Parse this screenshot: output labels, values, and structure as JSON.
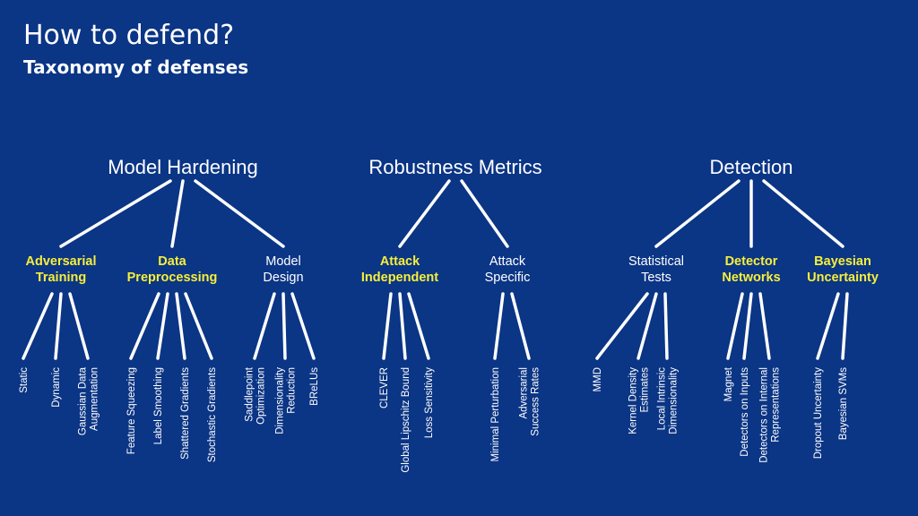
{
  "slide": {
    "title": "How to defend?",
    "subtitle": "Taxonomy of defenses"
  },
  "colors": {
    "background": "#0b3585",
    "text": "#ffffff",
    "highlight": "#f7ef3a"
  },
  "taxonomy": [
    {
      "label": "Model Hardening",
      "categories": [
        {
          "lines": [
            "Adversarial",
            "Training"
          ],
          "highlight": true,
          "leaves": [
            [
              "Static"
            ],
            [
              "Dynamic"
            ],
            [
              "Gaussian Data",
              "Augmentation"
            ]
          ]
        },
        {
          "lines": [
            "Data",
            "Preprocessing"
          ],
          "highlight": true,
          "leaves": [
            [
              "Feature Squeezing"
            ],
            [
              "Label Smoothing"
            ],
            [
              "Shattered Gradients"
            ],
            [
              "Stochastic Gradients"
            ]
          ]
        },
        {
          "lines": [
            "Model",
            "Design"
          ],
          "highlight": false,
          "leaves": [
            [
              "Saddlepoint",
              "Optimization"
            ],
            [
              "Dimensionality",
              "Reduction"
            ],
            [
              "BReLUs"
            ]
          ]
        }
      ]
    },
    {
      "label": "Robustness Metrics",
      "categories": [
        {
          "lines": [
            "Attack",
            "Independent"
          ],
          "highlight": true,
          "leaves": [
            [
              "CLEVER"
            ],
            [
              "Global Lipschitz Bound"
            ],
            [
              "Loss Sensitivity"
            ]
          ]
        },
        {
          "lines": [
            "Attack",
            "Specific"
          ],
          "highlight": false,
          "leaves": [
            [
              "Minimal Perturbation"
            ],
            [
              "Adversarial",
              "Success Rates"
            ]
          ]
        }
      ]
    },
    {
      "label": "Detection",
      "categories": [
        {
          "lines": [
            "Statistical",
            "Tests"
          ],
          "highlight": false,
          "leaves": [
            [
              "MMD"
            ],
            [
              "Kernel Density",
              "Estimates"
            ],
            [
              "Local Intrinsic",
              "Dimensionality"
            ]
          ]
        },
        {
          "lines": [
            "Detector",
            "Networks"
          ],
          "highlight": true,
          "leaves": [
            [
              "Magnet"
            ],
            [
              "Detectors on Inputs"
            ],
            [
              "Detectors on Internal",
              "Representations"
            ]
          ]
        },
        {
          "lines": [
            "Bayesian",
            "Uncertainty"
          ],
          "highlight": true,
          "leaves": [
            [
              "Dropout Uncertainty"
            ],
            [
              "Bayesian SVMs"
            ]
          ]
        }
      ]
    }
  ]
}
